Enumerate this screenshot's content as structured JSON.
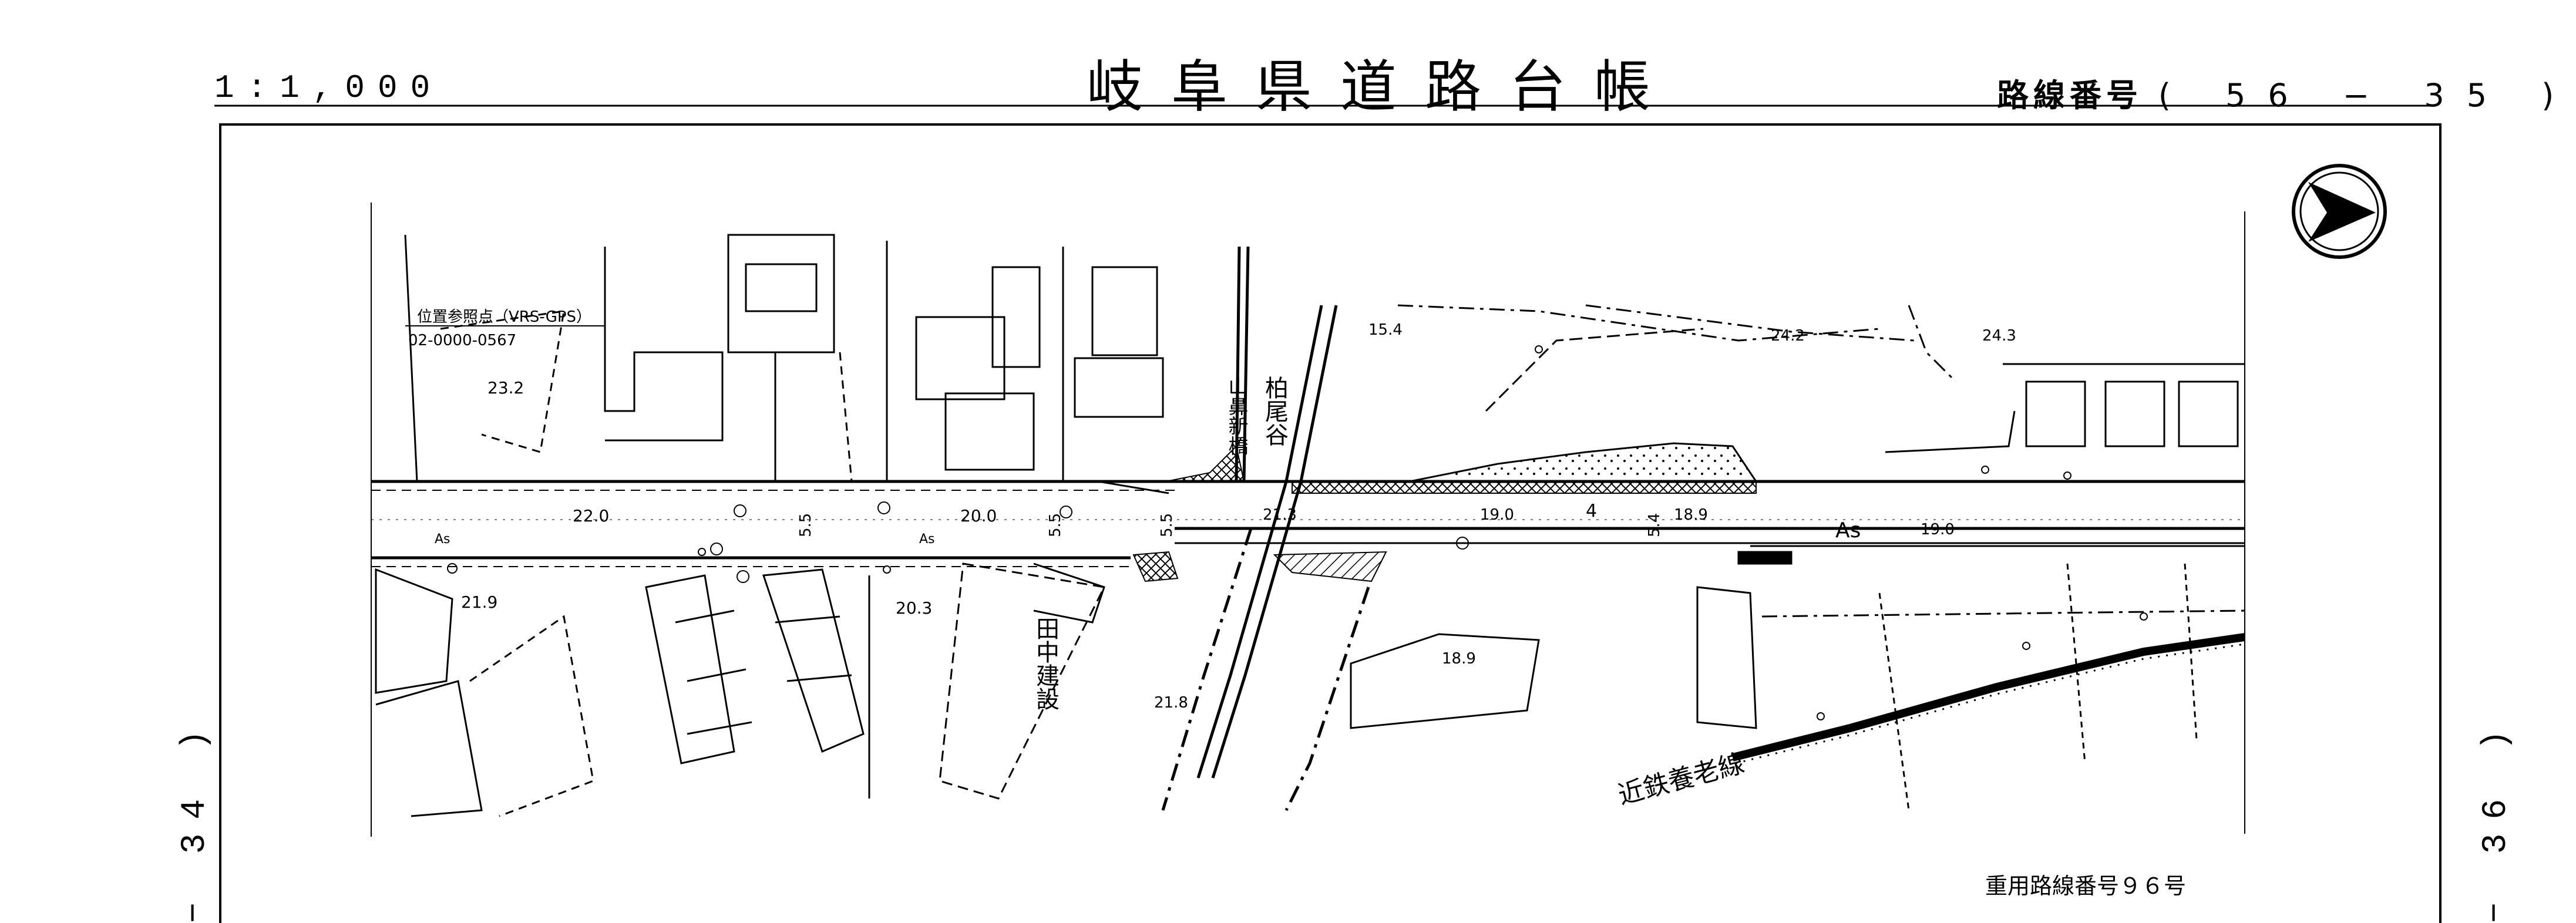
{
  "header": {
    "scale": "1:1,000",
    "title": "岐阜県道路台帳",
    "route_label": "路線番号",
    "route_number": "( 56 − 35 )"
  },
  "adjacent_sheets": {
    "left": "− 34 )",
    "right": "− 36 )"
  },
  "footer_note": "重用路線番号９６号",
  "reference_point": {
    "name": "位置参照点（VRS-GPS）",
    "code": "02-0000-0567"
  },
  "places": {
    "valley": "柏尾谷",
    "bridge": "山鼻新橋",
    "company": "田中建設",
    "railway": "近鉄養老線"
  },
  "surface": "As",
  "elevations": [
    "23.2",
    "22.0",
    "20.0",
    "21.9",
    "20.3",
    "21.3",
    "15.4",
    "24.2",
    "24.3",
    "19.0",
    "18.9",
    "19.0",
    "18.9",
    "21.8"
  ],
  "widths": [
    "5.5",
    "5.5",
    "5.5",
    "5.4"
  ],
  "section_marker": "4",
  "north_arrow": "north-arrow-icon"
}
